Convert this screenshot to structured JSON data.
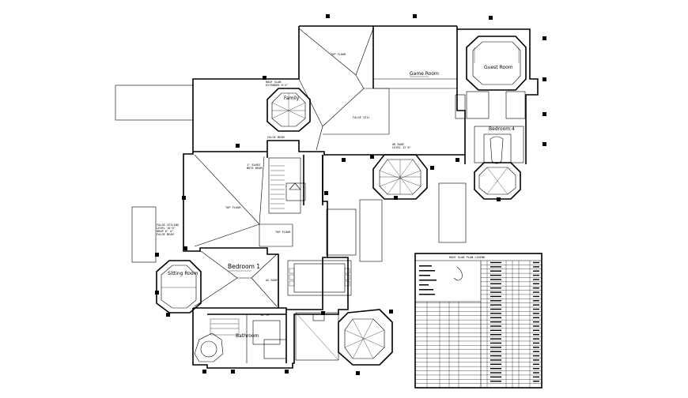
{
  "rooms": {
    "game_room": "Game Room",
    "guest_room": "Guest Room",
    "bedroom_4": "Bedroom 4",
    "bedroom_1": "Bedroom 1",
    "sitting_room": "Sitting Room",
    "bathroom": "Bathroom",
    "family": "Family"
  },
  "schedule": {
    "title": "ROOF SLAB PLAN LEGEND",
    "rows": 30
  }
}
